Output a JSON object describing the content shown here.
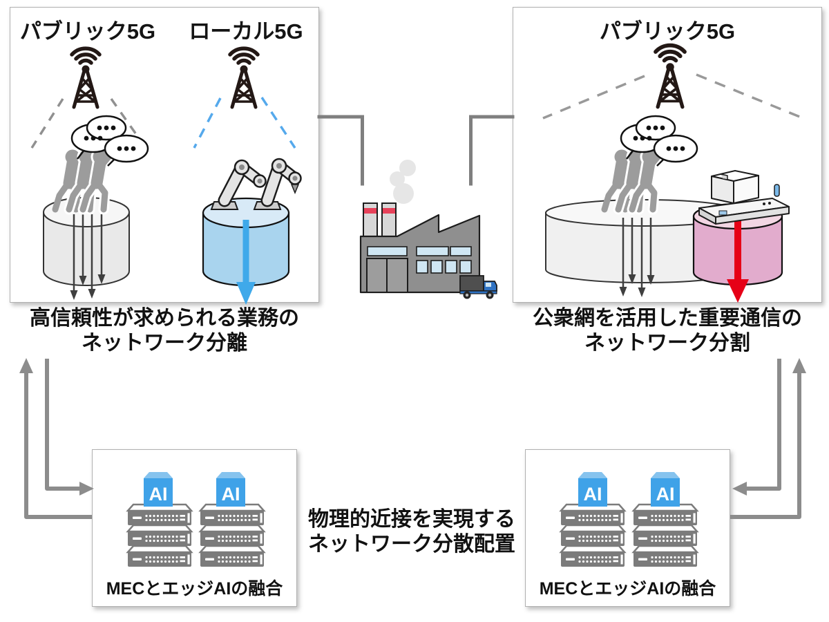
{
  "diagram": {
    "top_left_panel": {
      "public_5g_label": "パブリック5G",
      "local_5g_label": "ローカル5G",
      "caption_line1": "高信頼性が求められる業務の",
      "caption_line2": "ネットワーク分離"
    },
    "top_right_panel": {
      "public_5g_label": "パブリック5G",
      "caption_line1": "公衆網を活用した重要通信の",
      "caption_line2": "ネットワーク分割"
    },
    "bottom_left_panel": {
      "ai_labels": [
        "AI",
        "AI"
      ],
      "caption": "MECとエッジAIの融合"
    },
    "bottom_right_panel": {
      "ai_labels": [
        "AI",
        "AI"
      ],
      "caption": "MECとエッジAIの融合"
    },
    "center_caption": {
      "line1": "物理的近接を実現する",
      "line2": "ネットワーク分散配置"
    },
    "icons": {
      "cell_tower": "cell-tower-icon",
      "crowd": "crowd-with-phones-icon",
      "robot_arms": "robot-arms-icon",
      "factory": "factory-icon",
      "truck": "truck-icon",
      "agv": "agv-robot-icon",
      "server_stack": "server-stack-icon",
      "ai_cube": "ai-cube-icon"
    },
    "colors": {
      "local5g_blue_arrow": "#3fa9ea",
      "local5g_dash_blue": "#55a9ec",
      "critical_red_arrow": "#e60017",
      "link_gray": "#8c8c8c",
      "blue_cylinder": "#a9d4ee",
      "pink_cylinder": "#e2acc6",
      "gray_cylinder": "#e9e9e9",
      "server_gray": "#7b7b7b",
      "ai_cube_blue": "#3fa2e8"
    }
  }
}
